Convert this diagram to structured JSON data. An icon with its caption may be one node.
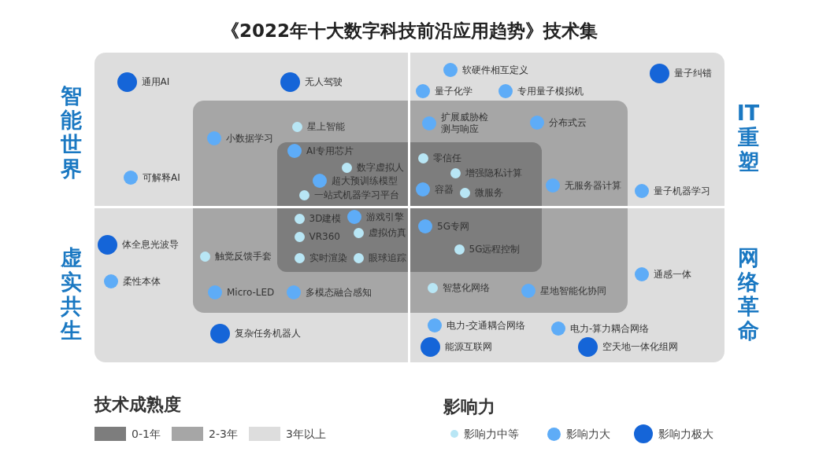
{
  "diagram": {
    "title": "《2022年十大数字科技前沿应用趋势》技术集",
    "nodes": [
      {
        "text": [
          "通用AI"
        ]
      },
      {
        "text": [
          "无人驾驶"
        ]
      },
      {
        "text": [
          "星上智能"
        ]
      },
      {
        "text": [
          "小数据学习"
        ]
      },
      {
        "text": [
          "AI专用芯片"
        ]
      },
      {
        "text": [
          "数字虚拟人"
        ]
      },
      {
        "text": [
          "可解释AI"
        ]
      },
      {
        "text": [
          "超大预训练模型"
        ]
      },
      {
        "text": [
          "一站式机器学习平台"
        ]
      },
      {
        "text": [
          "软硬件相互定义"
        ]
      },
      {
        "text": [
          "量子纠错"
        ]
      },
      {
        "text": [
          "量子化学"
        ]
      },
      {
        "text": [
          "专用量子模拟机"
        ]
      },
      {
        "text": [
          "扩展威胁检测与响应"
        ]
      },
      {
        "text": [
          "分布式云"
        ]
      },
      {
        "text": [
          "零信任"
        ]
      },
      {
        "text": [
          "增强隐私计算"
        ]
      },
      {
        "text": [
          "容器"
        ]
      },
      {
        "text": [
          "微服务"
        ]
      },
      {
        "text": [
          "无服务器计算"
        ]
      },
      {
        "text": [
          "量子机器学习"
        ]
      },
      {
        "text": [
          "3D建模"
        ]
      },
      {
        "text": [
          "游戏引擎"
        ]
      },
      {
        "text": [
          "VR360"
        ]
      },
      {
        "text": [
          "虚拟仿真"
        ]
      },
      {
        "text": [
          "体全息光波导"
        ]
      },
      {
        "text": [
          "触觉反馈手套"
        ]
      },
      {
        "text": [
          "实时渲染"
        ]
      },
      {
        "text": [
          "眼球追踪"
        ]
      },
      {
        "text": [
          "柔性本体"
        ]
      },
      {
        "text": [
          "Micro-LED"
        ]
      },
      {
        "text": [
          "多模态融合感知"
        ]
      },
      {
        "text": [
          "复杂任务机器人"
        ]
      },
      {
        "text": [
          "5G专网"
        ]
      },
      {
        "text": [
          "5G远程控制"
        ]
      },
      {
        "text": [
          "通感一体"
        ]
      },
      {
        "text": [
          "智慧化网络"
        ]
      },
      {
        "text": [
          "星地智能化协同"
        ]
      },
      {
        "text": [
          "电力-交通耦合网络"
        ]
      },
      {
        "text": [
          "电力-算力耦合网络"
        ]
      },
      {
        "text": [
          "能源互联网"
        ]
      },
      {
        "text": [
          "空天地一体化组网"
        ]
      }
    ],
    "labels": [
      "智能世界",
      "IT重塑",
      "虚实共生",
      "网络革命",
      "技术成熟度",
      "影响力"
    ],
    "legend": [
      {
        "text": "0-1年",
        "color": "#7d7d7d"
      },
      {
        "text": "2-3年",
        "color": "#a6a6a6"
      },
      {
        "text": "3年以上",
        "color": "#dddddd"
      },
      {
        "text": "影响力中等",
        "color": "#b8e6f5"
      },
      {
        "text": "影响力大",
        "color": "#5eacf7"
      },
      {
        "text": "影响力极大",
        "color": "#1565d8"
      }
    ]
  }
}
